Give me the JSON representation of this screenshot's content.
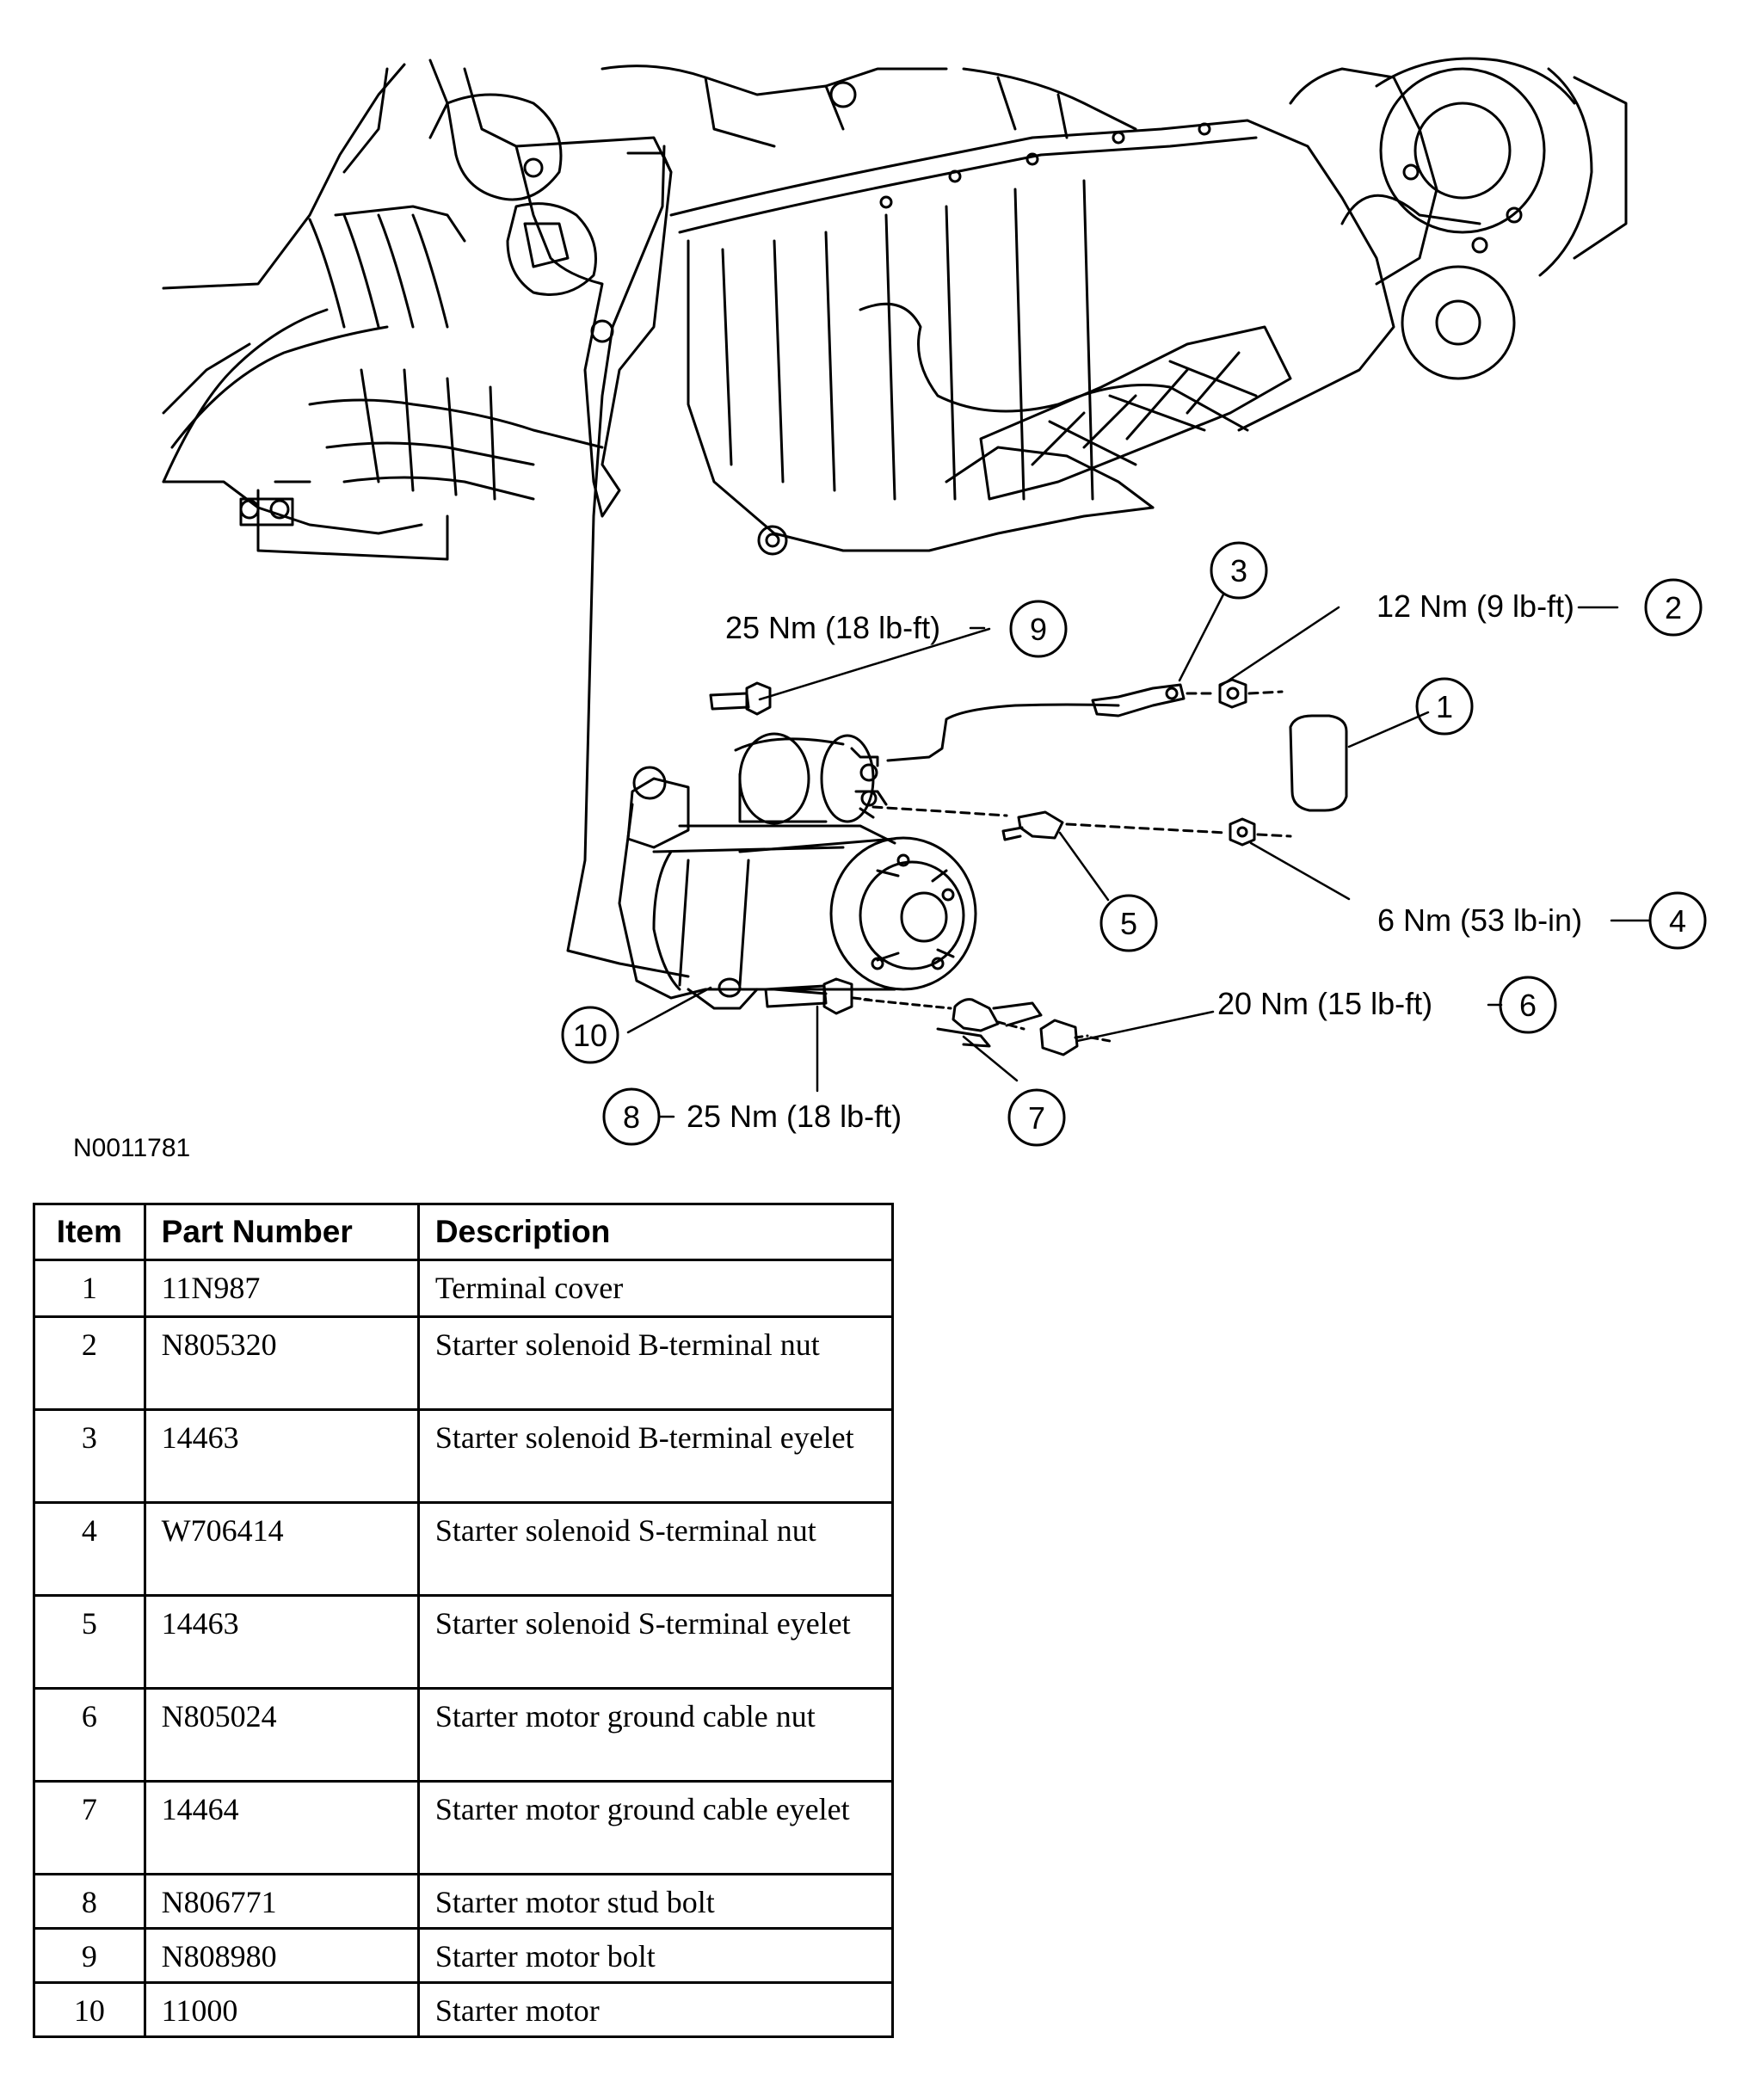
{
  "figure_id": "N0011781",
  "callouts": [
    {
      "num": "1"
    },
    {
      "num": "2",
      "torque": "12 Nm (9 lb-ft)"
    },
    {
      "num": "3"
    },
    {
      "num": "4",
      "torque": "6 Nm (53 lb-in)"
    },
    {
      "num": "5"
    },
    {
      "num": "6",
      "torque": "20 Nm (15 lb-ft)"
    },
    {
      "num": "7"
    },
    {
      "num": "8",
      "torque": "25 Nm (18 lb-ft)"
    },
    {
      "num": "9",
      "torque": "25 Nm (18 lb-ft)"
    },
    {
      "num": "10"
    }
  ],
  "table": {
    "headers": [
      "Item",
      "Part Number",
      "Description"
    ],
    "rows": [
      {
        "item": "1",
        "part": "11N987",
        "desc": "Terminal cover"
      },
      {
        "item": "2",
        "part": "N805320",
        "desc": "Starter solenoid B-terminal nut"
      },
      {
        "item": "3",
        "part": "14463",
        "desc": "Starter solenoid B-terminal eyelet"
      },
      {
        "item": "4",
        "part": "W706414",
        "desc": "Starter solenoid S-terminal nut"
      },
      {
        "item": "5",
        "part": "14463",
        "desc": "Starter solenoid S-terminal eyelet"
      },
      {
        "item": "6",
        "part": "N805024",
        "desc": "Starter motor ground cable nut"
      },
      {
        "item": "7",
        "part": "14464",
        "desc": "Starter motor ground cable eyelet"
      },
      {
        "item": "8",
        "part": "N806771",
        "desc": "Starter motor stud bolt"
      },
      {
        "item": "9",
        "part": "N808980",
        "desc": "Starter motor bolt"
      },
      {
        "item": "10",
        "part": "11000",
        "desc": "Starter motor"
      }
    ]
  }
}
